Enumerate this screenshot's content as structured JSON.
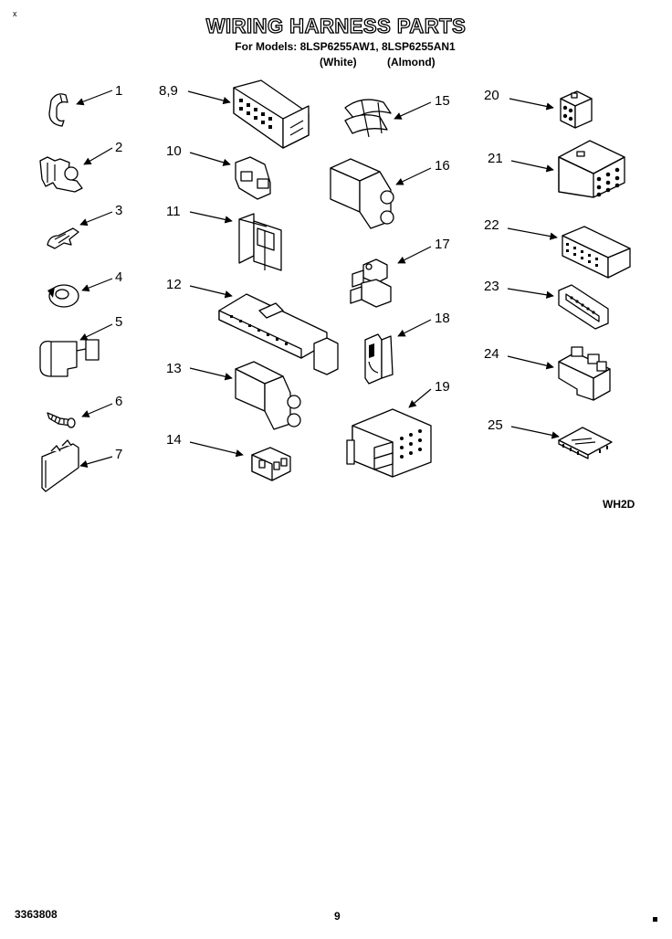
{
  "title": "WIRING HARNESS PARTS",
  "subtitle": "For Models: 8LSP6255AW1, 8LSP6255AN1",
  "variants": [
    "(White)",
    "(Almond)"
  ],
  "tick_mark": "x",
  "diagram_code": "WH2D",
  "document_number": "3363808",
  "page_number": "9",
  "parts": [
    {
      "label": "1",
      "icon": "wire-clip-icon"
    },
    {
      "label": "2",
      "icon": "harness-clamp-icon"
    },
    {
      "label": "3",
      "icon": "spring-clip-icon"
    },
    {
      "label": "4",
      "icon": "ring-clip-icon"
    },
    {
      "label": "5",
      "icon": "bracket-clip-icon"
    },
    {
      "label": "6",
      "icon": "screw-icon"
    },
    {
      "label": "7",
      "icon": "cable-tie-icon"
    },
    {
      "label": "8,9",
      "icon": "multi-pin-connector-icon"
    },
    {
      "label": "10",
      "icon": "small-terminal-block-icon"
    },
    {
      "label": "11",
      "icon": "plug-connector-icon"
    },
    {
      "label": "12",
      "icon": "long-terminal-strip-icon"
    },
    {
      "label": "13",
      "icon": "two-way-connector-icon"
    },
    {
      "label": "14",
      "icon": "three-pin-plug-icon"
    },
    {
      "label": "15",
      "icon": "wire-sleeve-icon"
    },
    {
      "label": "16",
      "icon": "two-way-connector-icon"
    },
    {
      "label": "17",
      "icon": "terminal-post-icon"
    },
    {
      "label": "18",
      "icon": "vertical-clip-icon"
    },
    {
      "label": "19",
      "icon": "large-socket-connector-icon"
    },
    {
      "label": "20",
      "icon": "four-pin-block-icon"
    },
    {
      "label": "21",
      "icon": "nine-pin-block-icon"
    },
    {
      "label": "22",
      "icon": "edge-connector-icon"
    },
    {
      "label": "23",
      "icon": "d-connector-icon"
    },
    {
      "label": "24",
      "icon": "stepped-block-icon"
    },
    {
      "label": "25",
      "icon": "circuit-board-icon"
    }
  ]
}
